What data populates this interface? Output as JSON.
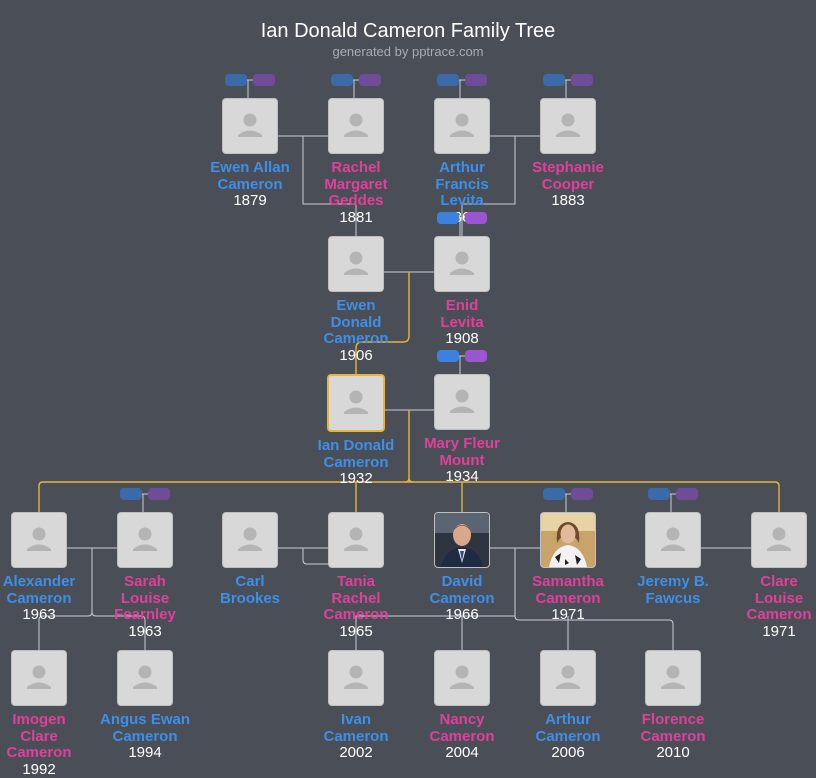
{
  "title": "Ian Donald Cameron Family Tree",
  "subtitle": "generated by pptrace.com",
  "colors": {
    "background": "#4a4e56",
    "male": "#3d8fe8",
    "female": "#e0409b",
    "connector": "#c9cdd2",
    "descent_highlight": "#e8b43a"
  },
  "people": [
    {
      "id": "ewen_allan",
      "name": [
        "Ewen Allan",
        "Cameron"
      ],
      "year": "1879",
      "gender": "male"
    },
    {
      "id": "rachel",
      "name": [
        "Rachel",
        "Margaret",
        "Geddes"
      ],
      "year": "1881",
      "gender": "female"
    },
    {
      "id": "arthur_francis",
      "name": [
        "Arthur",
        "Francis",
        "Levita"
      ],
      "year": "1865",
      "gender": "male"
    },
    {
      "id": "stephanie",
      "name": [
        "Stephanie",
        "Cooper"
      ],
      "year": "1883",
      "gender": "female"
    },
    {
      "id": "ewen_donald",
      "name": [
        "Ewen",
        "Donald",
        "Cameron"
      ],
      "year": "1906",
      "gender": "male"
    },
    {
      "id": "enid",
      "name": [
        "Enid",
        "Levita"
      ],
      "year": "1908",
      "gender": "female"
    },
    {
      "id": "ian",
      "name": [
        "Ian Donald",
        "Cameron"
      ],
      "year": "1932",
      "gender": "male",
      "focus": true
    },
    {
      "id": "mary",
      "name": [
        "Mary Fleur",
        "Mount"
      ],
      "year": "1934",
      "gender": "female"
    },
    {
      "id": "alexander",
      "name": [
        "Alexander",
        "Cameron"
      ],
      "year": "1963",
      "gender": "male"
    },
    {
      "id": "sarah",
      "name": [
        "Sarah",
        "Louise",
        "Fearnley"
      ],
      "year": "1963",
      "gender": "female"
    },
    {
      "id": "carl",
      "name": [
        "Carl",
        "Brookes"
      ],
      "year": "",
      "gender": "male"
    },
    {
      "id": "tania",
      "name": [
        "Tania",
        "Rachel",
        "Cameron"
      ],
      "year": "1965",
      "gender": "female"
    },
    {
      "id": "david",
      "name": [
        "David",
        "Cameron"
      ],
      "year": "1966",
      "gender": "male",
      "photo": "man"
    },
    {
      "id": "samantha",
      "name": [
        "Samantha",
        "Cameron"
      ],
      "year": "1971",
      "gender": "female",
      "photo": "woman"
    },
    {
      "id": "jeremy",
      "name": [
        "Jeremy B.",
        "Fawcus"
      ],
      "year": "",
      "gender": "male"
    },
    {
      "id": "clare",
      "name": [
        "Clare",
        "Louise",
        "Cameron"
      ],
      "year": "1971",
      "gender": "female"
    },
    {
      "id": "imogen",
      "name": [
        "Imogen",
        "Clare",
        "Cameron"
      ],
      "year": "1992",
      "gender": "female"
    },
    {
      "id": "angus",
      "name": [
        "Angus Ewan",
        "Cameron"
      ],
      "year": "1994",
      "gender": "male"
    },
    {
      "id": "ivan",
      "name": [
        "Ivan",
        "Cameron"
      ],
      "year": "2002",
      "gender": "male"
    },
    {
      "id": "nancy",
      "name": [
        "Nancy",
        "Cameron"
      ],
      "year": "2004",
      "gender": "female"
    },
    {
      "id": "arthur_jr",
      "name": [
        "Arthur",
        "Cameron"
      ],
      "year": "2006",
      "gender": "male"
    },
    {
      "id": "florence",
      "name": [
        "Florence",
        "Cameron"
      ],
      "year": "2010",
      "gender": "female"
    }
  ],
  "expand_buttons": [
    {
      "id": "ewen_allan",
      "label": "expand-parents",
      "bright": false
    },
    {
      "id": "rachel",
      "label": "expand-parents",
      "bright": false
    },
    {
      "id": "arthur_francis",
      "label": "expand-parents",
      "bright": false
    },
    {
      "id": "stephanie",
      "label": "expand-parents",
      "bright": false
    },
    {
      "id": "enid",
      "label": "expand-parents",
      "bright": true
    },
    {
      "id": "mary",
      "label": "expand-parents",
      "bright": true
    },
    {
      "id": "sarah",
      "label": "expand-parents",
      "bright": false
    },
    {
      "id": "samantha",
      "label": "expand-parents",
      "bright": false
    },
    {
      "id": "jeremy",
      "label": "expand-parents",
      "bright": false
    }
  ]
}
